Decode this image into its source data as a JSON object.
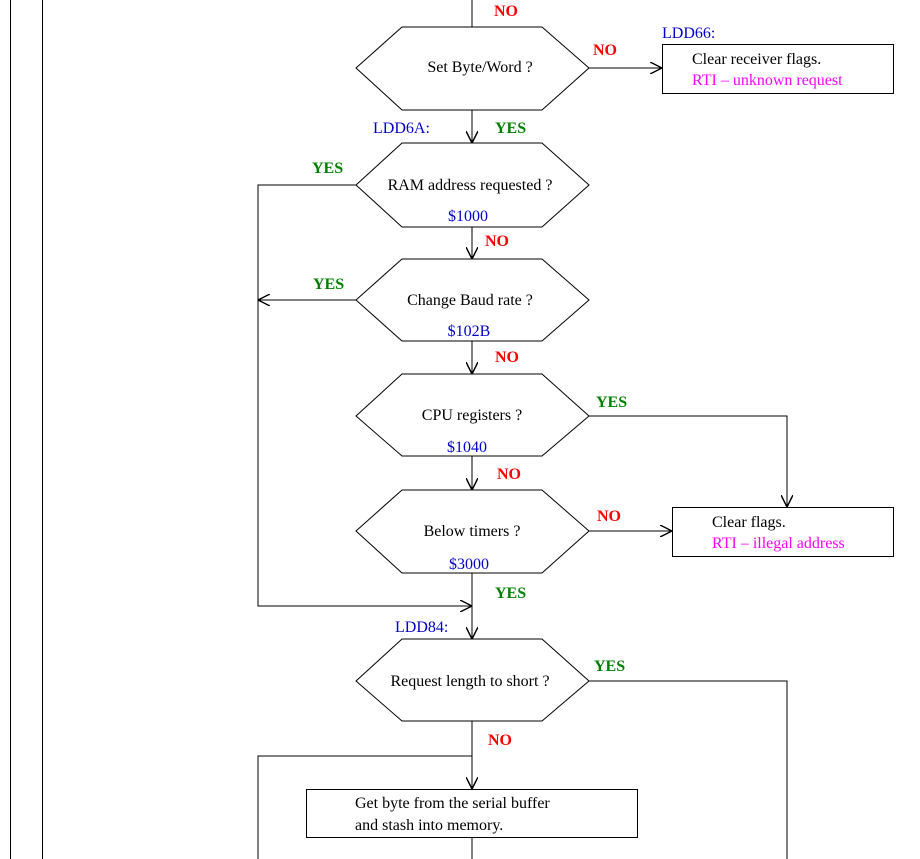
{
  "colors": {
    "yes": "#008000",
    "no": "#ff0000",
    "label": "#0000cc",
    "rti": "#ff00ff",
    "line": "#000000"
  },
  "labels": {
    "lbl_ldd66": "LDD66:",
    "lbl_ldd6a": "LDD6A:",
    "lbl_ldd84": "LDD84:"
  },
  "nodes": {
    "dec_setbyte": "Set Byte/Word ?",
    "dec_ram": "RAM address requested ?",
    "dec_baud": "Change Baud rate ?",
    "dec_cpu": "CPU registers ?",
    "dec_timers": "Below timers ?",
    "dec_length": "Request length to short ?"
  },
  "addresses": {
    "addr_ram": "$1000",
    "addr_baud": "$102B",
    "addr_cpu": "$1040",
    "addr_timers": "$3000"
  },
  "boxes": {
    "box1_line1": "Clear receiver flags.",
    "box1_line2": "RTI – unknown request",
    "box2_line1": "Clear flags.",
    "box2_line2": "RTI – illegal address",
    "box3_line1": "Get byte from the serial buffer",
    "box3_line2": "and stash into memory."
  },
  "branches": {
    "no_top": "NO",
    "no_setbyte": "NO",
    "yes_setbyte": "YES",
    "yes_ram": "YES",
    "no_ram": "NO",
    "yes_baud": "YES",
    "no_baud": "NO",
    "yes_cpu": "YES",
    "no_cpu": "NO",
    "no_timers": "NO",
    "yes_timers": "YES",
    "yes_length": "YES",
    "no_length": "NO"
  }
}
